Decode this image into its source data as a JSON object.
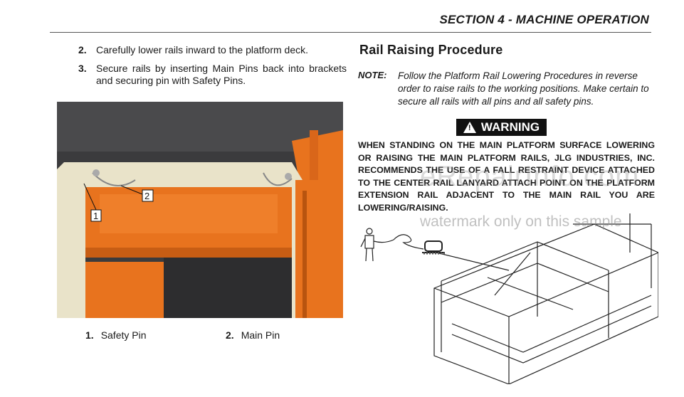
{
  "header": {
    "section_title": "SECTION 4 - MACHINE OPERATION"
  },
  "left_steps": [
    {
      "number": "2.",
      "text": "Carefully lower rails inward to the platform deck."
    },
    {
      "number": "3.",
      "text": "Secure rails by inserting Main Pins back into brackets and securing pin with Safety Pins."
    }
  ],
  "photo": {
    "callouts": [
      "1",
      "2"
    ]
  },
  "captions": [
    {
      "number": "1.",
      "text": "Safety Pin"
    },
    {
      "number": "2.",
      "text": "Main Pin"
    }
  ],
  "procedure": {
    "title": "Rail Raising Procedure",
    "note_label": "NOTE:",
    "note_text": "Follow the Platform Rail Lowering Procedures in reverse order to raise rails to the working positions. Make certain to secure all rails with all pins and all safety pins."
  },
  "warning": {
    "label": "WARNING",
    "icon": "warning-triangle-icon",
    "text": "WHEN STANDING ON THE MAIN PLATFORM SURFACE LOWERING OR RAISING THE MAIN PLATFORM RAILS, JLG INDUSTRIES, INC. RECOMMENDS THE USE OF A FALL RESTRAINT DEVICE ATTACHED TO THE CENTER RAIL LANYARD ATTACH POINT ON THE PLATFORM EXTENSION RAIL ADJACENT TO THE MAIN RAIL YOU ARE LOWERING/RAISING."
  },
  "watermarks": {
    "url": "eRepairInfo.com",
    "note": "watermark only on this sample"
  },
  "colors": {
    "accent_orange": "#e8731e",
    "text": "#1a1a1a"
  }
}
